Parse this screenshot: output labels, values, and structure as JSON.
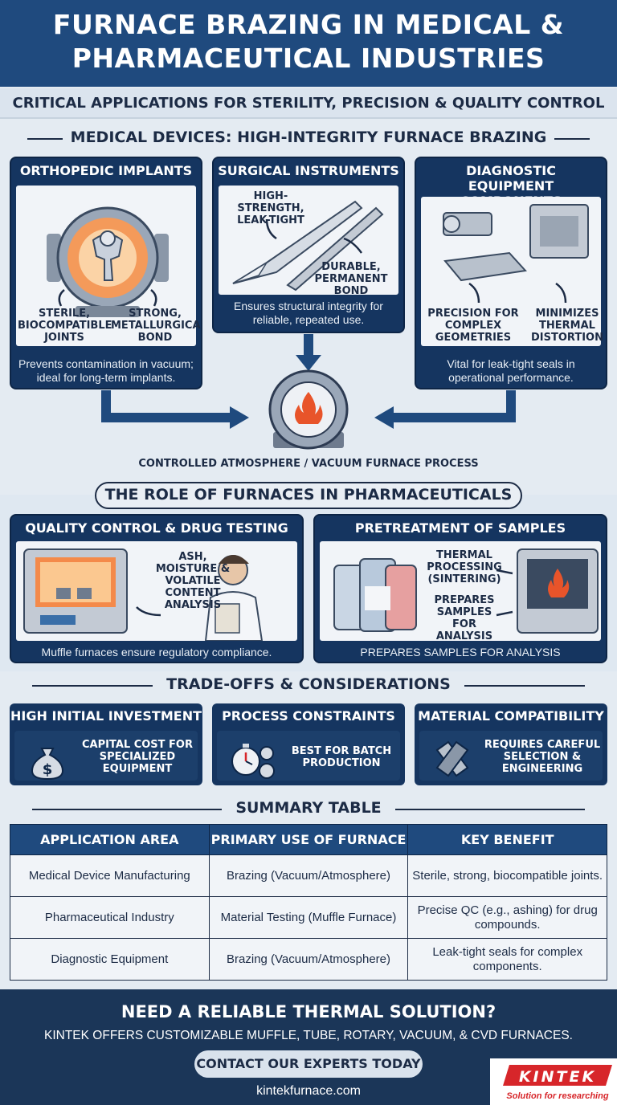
{
  "header": {
    "title_line1": "FURNACE BRAZING IN MEDICAL &",
    "title_line2": "PHARMACEUTICAL INDUSTRIES",
    "subtitle": "CRITICAL APPLICATIONS FOR STERILITY, PRECISION & QUALITY CONTROL"
  },
  "medical": {
    "title": "MEDICAL DEVICES: HIGH-INTEGRITY FURNACE BRAZING",
    "cards": [
      {
        "heading": "ORTHOPEDIC IMPLANTS",
        "label_a": "STERILE, BIOCOMPATIBLE JOINTS",
        "label_b": "STRONG, METALLURGICAL BOND",
        "footer": "Prevents contamination in vacuum; ideal for long-term implants."
      },
      {
        "heading": "SURGICAL INSTRUMENTS",
        "label_a": "HIGH-STRENGTH, LEAK-TIGHT",
        "label_b": "DURABLE, PERMANENT BOND",
        "footer": "Ensures structural integrity for reliable, repeated use."
      },
      {
        "heading": "DIAGNOSTIC EQUIPMENT COMPONENTS",
        "label_a": "PRECISION FOR COMPLEX GEOMETRIES",
        "label_b": "MINIMIZES THERMAL DISTORTION",
        "footer": "Vital for leak-tight seals in operational performance."
      }
    ],
    "process_label": "CONTROLLED ATMOSPHERE / VACUUM FURNACE PROCESS"
  },
  "pharma": {
    "title": "THE ROLE OF FURNACES IN PHARMACEUTICALS",
    "cards": [
      {
        "heading": "QUALITY CONTROL & DRUG TESTING",
        "label_a": "ASH, MOISTURE & VOLATILE CONTENT ANALYSIS",
        "footer": "Muffle furnaces ensure regulatory compliance."
      },
      {
        "heading": "PRETREATMENT OF SAMPLES",
        "label_a": "THERMAL PROCESSING (SINTERING)",
        "label_b": "PREPARES SAMPLES FOR ANALYSIS",
        "footer": "PREPARES SAMPLES FOR ANALYSIS"
      }
    ]
  },
  "tradeoffs": {
    "title": "TRADE-OFFS & CONSIDERATIONS",
    "cards": [
      {
        "heading": "HIGH INITIAL INVESTMENT",
        "text": "CAPITAL COST FOR SPECIALIZED EQUIPMENT"
      },
      {
        "heading": "PROCESS CONSTRAINTS",
        "text": "BEST FOR BATCH PRODUCTION"
      },
      {
        "heading": "MATERIAL COMPATIBILITY",
        "text": "REQUIRES CAREFUL SELECTION & ENGINEERING"
      }
    ]
  },
  "summary": {
    "title": "SUMMARY TABLE",
    "headers": [
      "APPLICATION AREA",
      "PRIMARY USE OF FURNACE",
      "KEY BENEFIT"
    ],
    "rows": [
      [
        "Medical Device Manufacturing",
        "Brazing (Vacuum/Atmosphere)",
        "Sterile, strong, biocompatible joints."
      ],
      [
        "Pharmaceutical Industry",
        "Material Testing (Muffle Furnace)",
        "Precise QC (e.g., ashing) for drug compounds."
      ],
      [
        "Diagnostic Equipment",
        "Brazing (Vacuum/Atmosphere)",
        "Leak-tight seals for complex components."
      ]
    ]
  },
  "footer": {
    "title": "NEED A RELIABLE THERMAL SOLUTION?",
    "subtitle": "KINTEK OFFERS CUSTOMIZABLE MUFFLE, TUBE, ROTARY, VACUUM, & CVD FURNACES.",
    "cta": "CONTACT OUR EXPERTS TODAY",
    "url": "kintekfurnace.com",
    "logo_text": "KINTEK",
    "logo_tagline": "Solution for researching"
  },
  "colors": {
    "navy": "#153560",
    "header_blue": "#1f4a7e",
    "flame": "#e8542a",
    "logo_red": "#d7262a"
  }
}
